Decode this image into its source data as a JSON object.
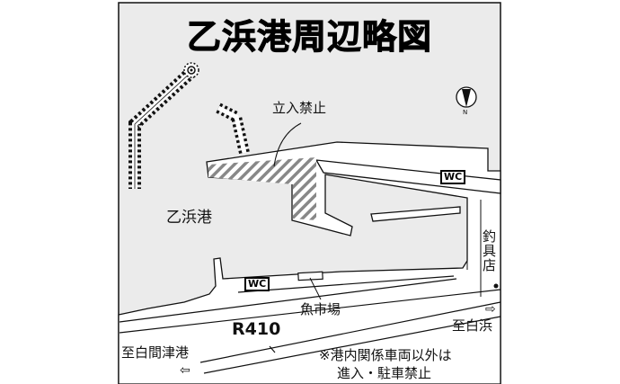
{
  "title": "乙浜港周辺略図",
  "labels": {
    "no_entry": "立入禁止",
    "port_name": "乙浜港",
    "toilet_1": "WC",
    "toilet_2": "WC",
    "tackle_shop": "釣具店",
    "fish_market": "魚市場",
    "route": "R410",
    "to_shirahama": "至白浜",
    "to_shiramazu": "至白間津港",
    "north": "N",
    "note_line1": "※港内関係車両以外は",
    "note_line2": "進入・駐車禁止"
  },
  "colors": {
    "water": "#ebebeb",
    "land": "#ffffff",
    "hatch": "#888888",
    "ink": "#111111"
  }
}
